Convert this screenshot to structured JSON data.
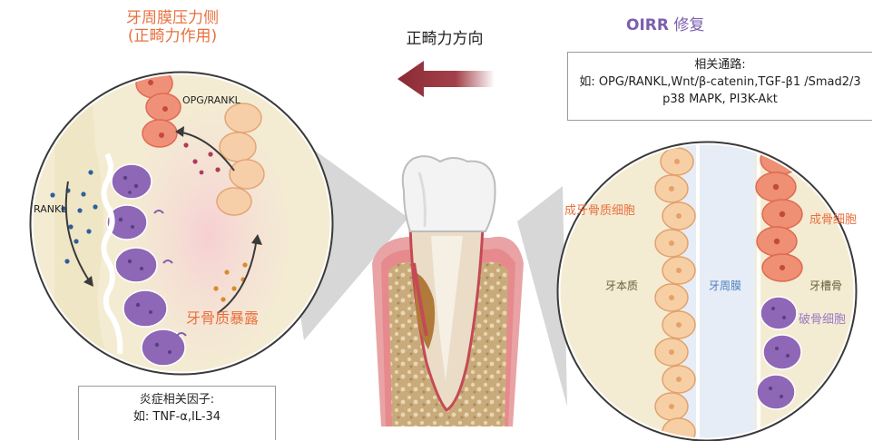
{
  "left_panel": {
    "title_line1": "牙周膜压力侧",
    "title_line2": "(正畸力作用)",
    "labels": {
      "opg_rankl": "OPG/RANKL",
      "rankl": "RANKL",
      "exposure": "牙骨质暴露"
    },
    "inflammation_box": {
      "line1": "炎症相关因子:",
      "line2": "如: TNF-α,IL-34"
    }
  },
  "center": {
    "direction_label": "正畸力方向"
  },
  "right_panel": {
    "title_bold": "OIRR",
    "title_rest": " 修复",
    "pathway_box": {
      "line1": "相关通路:",
      "line2": "如: OPG/RANKL,Wnt/β-catenin,TGF-β1 /Smad2/3",
      "line3": "p38 MAPK, PI3K-Akt"
    },
    "labels": {
      "cementoblast": "成牙骨质细胞",
      "osteoblast": "成骨细胞",
      "cementum": "牙本质",
      "pdl": "牙周膜",
      "alveolar_bone": "牙槽骨",
      "osteoclast": "破骨细胞"
    }
  },
  "colors": {
    "orange_text": "#e8703f",
    "purple_text": "#7b5fae",
    "blue_text": "#4b7fbf",
    "arrow_red": "#8b2a35"
  }
}
